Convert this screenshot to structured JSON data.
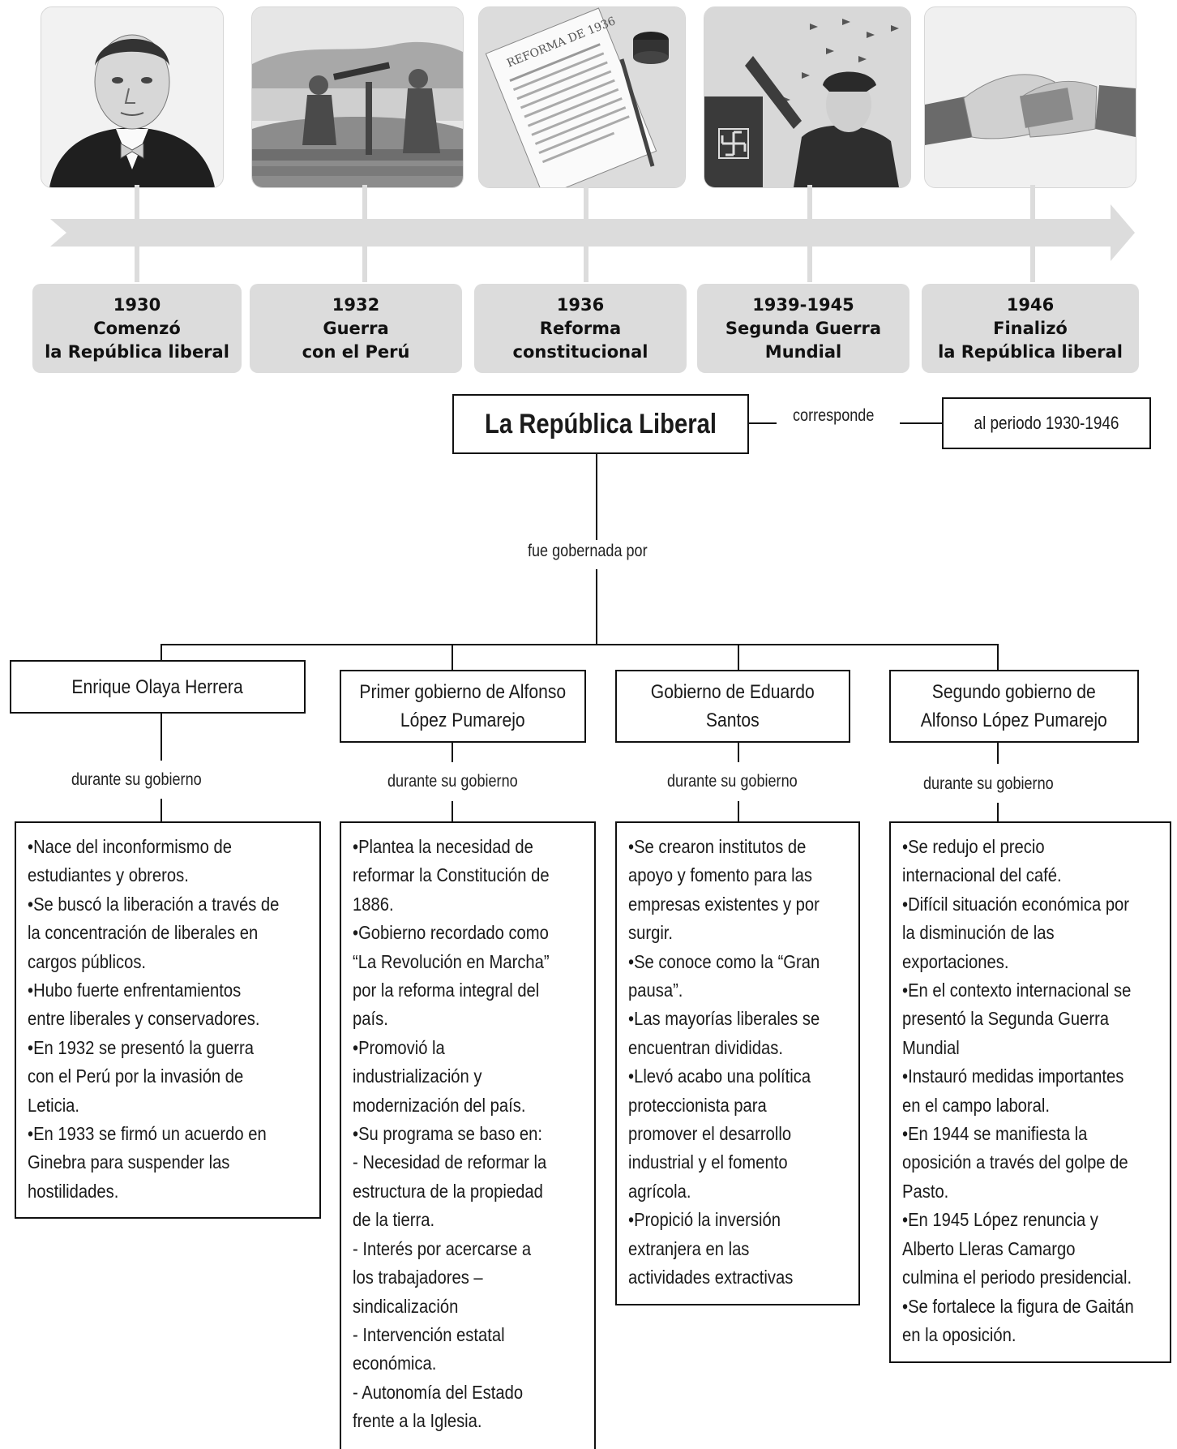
{
  "timeline": {
    "photos": [
      {
        "icon": "portrait-man-bowtie-icon"
      },
      {
        "icon": "soldiers-machine-gun-icon"
      },
      {
        "icon": "constitution-document-pen-icon",
        "document_heading": "REFORMA DE 1936"
      },
      {
        "icon": "military-officer-salute-swastika-icon"
      },
      {
        "icon": "handshake-icon"
      }
    ],
    "events": [
      {
        "line1": "1930",
        "line2": "Comenzó",
        "line3": "la República liberal"
      },
      {
        "line1": "1932",
        "line2": "Guerra",
        "line3": "con el Perú"
      },
      {
        "line1": "1936",
        "line2": "Reforma",
        "line3": "constitucional"
      },
      {
        "line1": "1939-1945",
        "line2": "Segunda Guerra",
        "line3": "Mundial"
      },
      {
        "line1": "1946",
        "line2": "Finalizó",
        "line3": "la República liberal"
      }
    ]
  },
  "map": {
    "title": "La República Liberal",
    "link_period": "corresponde",
    "period": "al periodo 1930-1946",
    "link_governed": "fue gobernada por",
    "link_during": "durante su gobierno",
    "governments": [
      {
        "name": "Enrique Olaya Herrera",
        "points": [
          "•Nace del inconformismo de",
          "estudiantes y obreros.",
          "•Se buscó la liberación a través de",
          "la concentración de liberales en",
          "cargos públicos.",
          "•Hubo fuerte enfrentamientos",
          "entre liberales y conservadores.",
          "•En 1932 se presentó la guerra",
          "con el Perú por la invasión de",
          "Leticia.",
          "•En 1933 se firmó un acuerdo en",
          "Ginebra para suspender las",
          "hostilidades."
        ]
      },
      {
        "name": "Primer gobierno de Alfonso\nLópez Pumarejo",
        "points": [
          "•Plantea la necesidad de",
          "reformar la Constitución de",
          "1886.",
          "•Gobierno recordado como",
          "“La Revolución en Marcha”",
          "por la reforma integral del",
          "país.",
          "•Promovió la",
          "industrialización y",
          "modernización del país.",
          "•Su programa se baso en:",
          "- Necesidad de  reformar la",
          "estructura de la propiedad",
          "de la tierra.",
          "-  Interés por acercarse a",
          "los trabajadores –",
          "sindicalización",
          "- Intervención estatal",
          "económica.",
          "- Autonomía del Estado",
          "frente a la Iglesia."
        ]
      },
      {
        "name": "Gobierno de Eduardo\nSantos",
        "points": [
          "•Se crearon institutos de",
          "apoyo y fomento para las",
          "empresas existentes y por",
          "surgir.",
          "•Se conoce como la “Gran",
          "pausa”.",
          "•Las mayorías liberales se",
          "encuentran divididas.",
          "•Llevó acabo una política",
          "proteccionista para",
          "promover el desarrollo",
          "industrial y el fomento",
          "agrícola.",
          "•Propició la inversión",
          "extranjera en las",
          "actividades extractivas"
        ]
      },
      {
        "name": "Segundo gobierno de\nAlfonso López Pumarejo",
        "points": [
          "•Se redujo el precio",
          "internacional del café.",
          "•Difícil situación económica por",
          "la disminución de las",
          "exportaciones.",
          "•En el contexto internacional se",
          "presentó la Segunda Guerra",
          "Mundial",
          "•Instauró medidas importantes",
          "en el campo laboral.",
          "•En 1944 se manifiesta la",
          "oposición a través del golpe de",
          "Pasto.",
          "•En 1945 López renuncia y",
          "Alberto Lleras Camargo",
          "culmina el periodo presidencial.",
          "•Se fortalece la figura de Gaitán",
          "en la oposición."
        ]
      }
    ]
  }
}
